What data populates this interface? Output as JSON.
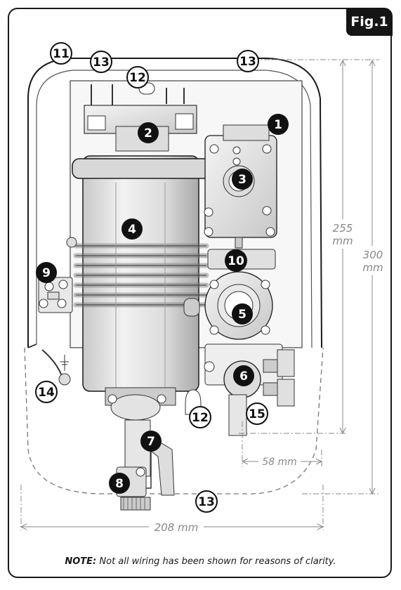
{
  "figure": {
    "tab_label": "Fig.1",
    "note_bold": "NOTE:",
    "note_text": " Not all wiring has been shown for reasons of clarity."
  },
  "dimensions": {
    "dim_255": "255",
    "dim_255_unit": "mm",
    "dim_300": "300",
    "dim_300_unit": "mm",
    "dim_58": "58 mm",
    "dim_208": "208 mm"
  },
  "callouts": {
    "c1": "1",
    "c2": "2",
    "c3": "3",
    "c4": "4",
    "c5": "5",
    "c6": "6",
    "c7": "7",
    "c8": "8",
    "c9": "9",
    "c10": "10",
    "c11": "11",
    "c12a": "12",
    "c12b": "12",
    "c13a": "13",
    "c13b": "13",
    "c13c": "13",
    "c14": "14",
    "c15": "15"
  },
  "colors": {
    "black_callout": "#111111",
    "line": "#1a1a1a",
    "dim_grey": "#888888",
    "part_fill": "#e6e6e6"
  }
}
